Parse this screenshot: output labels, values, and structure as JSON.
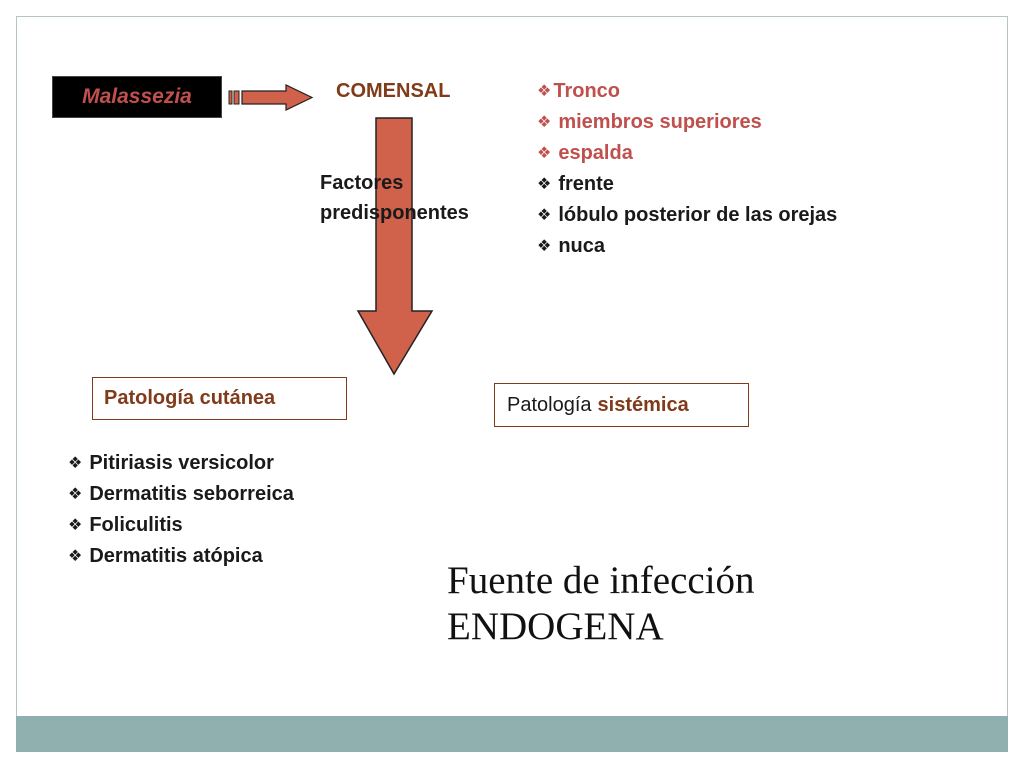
{
  "slide": {
    "source_label": "Malassezia",
    "state_label": "COMENSAL",
    "factors_label_line1": "Factores",
    "factors_label_line2": "predisponentes",
    "sites": [
      {
        "label": "Tronco"
      },
      {
        "label": "miembros superiores"
      },
      {
        "label": "espalda"
      },
      {
        "label": "frente"
      },
      {
        "label": "lóbulo posterior de las orejas"
      },
      {
        "label": "nuca"
      }
    ],
    "cutaneous_box": "Patología cutánea",
    "systemic_box_prefix": "Patología",
    "systemic_box_emphasis": "sistémica",
    "cutaneous_conditions": [
      {
        "label": "Pitiriasis versicolor"
      },
      {
        "label": "Dermatitis seborreica"
      },
      {
        "label": "Foliculitis"
      },
      {
        "label": "Dermatitis atópica"
      }
    ],
    "conclusion_line1": "Fuente de infección",
    "conclusion_line2": "ENDOGENA"
  },
  "icons": {
    "bullet": "diamond-bullet-icon",
    "bullet_glyph": "❖"
  },
  "colors": {
    "arrow_fill": "#d0614b",
    "arrow_stroke": "#222222",
    "accent_red": "#c0504d",
    "accent_brown": "#7f3b1a",
    "footer": "#8fb0ae"
  }
}
